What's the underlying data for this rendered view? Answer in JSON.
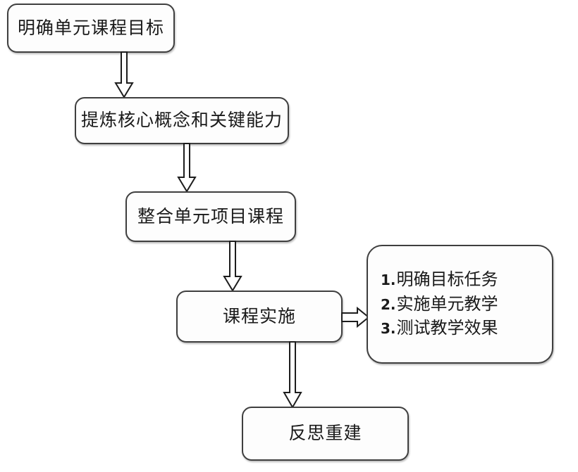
{
  "diagram": {
    "title_text": "",
    "background_color": "#ffffff",
    "node_border_color": "#3f3f3f",
    "node_fill_color": "#fdfdfd",
    "arrow_outline_color": "#1d1d1d",
    "arrow_fill_color": "#ffffff",
    "nodes": {
      "objective": {
        "label": "明确单元课程目标"
      },
      "concepts": {
        "label": "提炼核心概念和关键能力"
      },
      "integrate": {
        "label": "整合单元项目课程"
      },
      "implement": {
        "label": "课程实施"
      },
      "reflect": {
        "label": "反思重建"
      },
      "steps": {
        "items": [
          {
            "num": "1.",
            "label": "明确目标任务"
          },
          {
            "num": "2.",
            "label": "实施单元教学"
          },
          {
            "num": "3.",
            "label": "测试教学效果"
          }
        ]
      }
    },
    "connectors": [
      {
        "id": "objective-to-concepts",
        "direction": "down"
      },
      {
        "id": "concepts-to-integrate",
        "direction": "down"
      },
      {
        "id": "integrate-to-implement",
        "direction": "down"
      },
      {
        "id": "implement-to-steps",
        "direction": "right"
      },
      {
        "id": "implement-to-reflect",
        "direction": "down"
      }
    ]
  }
}
